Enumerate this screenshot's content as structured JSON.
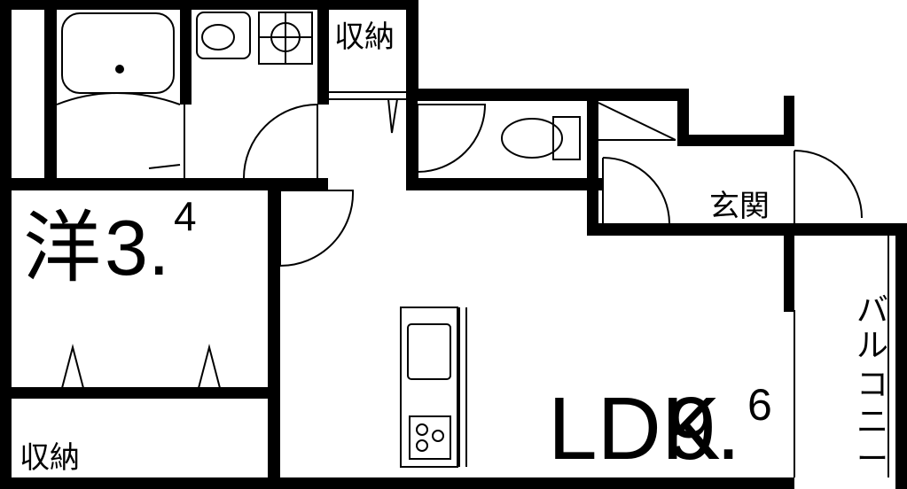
{
  "rooms": {
    "western": {
      "name": "洋",
      "size_main": "3.",
      "size_sup": "4"
    },
    "ldk": {
      "name": "LDK",
      "size_main": "9.",
      "size_sup": "6"
    },
    "storage_top": {
      "label": "収納"
    },
    "storage_bottom": {
      "label": "収納"
    },
    "entrance": {
      "label": "玄関"
    },
    "balcony": {
      "chars": [
        "バ",
        "ル",
        "コ",
        "ニ",
        "ー"
      ]
    }
  },
  "colors": {
    "wall": "#000000",
    "background": "#ffffff"
  }
}
